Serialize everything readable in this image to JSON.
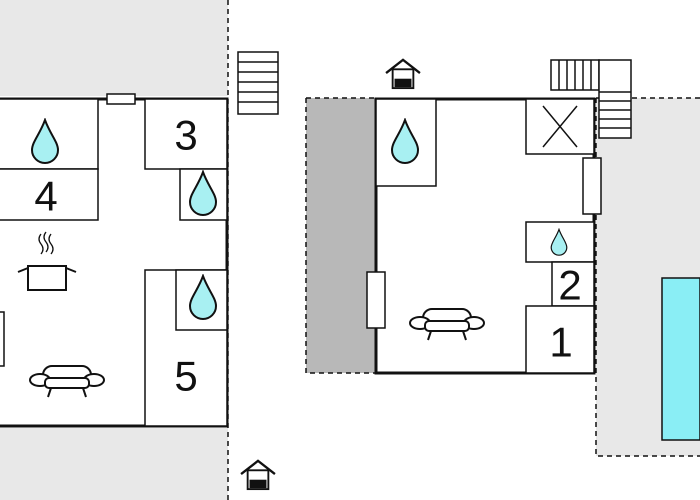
{
  "colors": {
    "terrace": "#e8e8e8",
    "terrace_dark": "#b8b8b8",
    "wall": "#111111",
    "water": "#a8f0f2",
    "pool": "#8aeef5"
  },
  "left_unit": {
    "room_labels": [
      "3",
      "4",
      "5"
    ]
  },
  "right_unit": {
    "room_labels": [
      "1",
      "2"
    ]
  },
  "icons": [
    "water-drop-icon",
    "stove-icon",
    "sofa-icon",
    "entrance-icon",
    "stairs-icon",
    "pool"
  ]
}
